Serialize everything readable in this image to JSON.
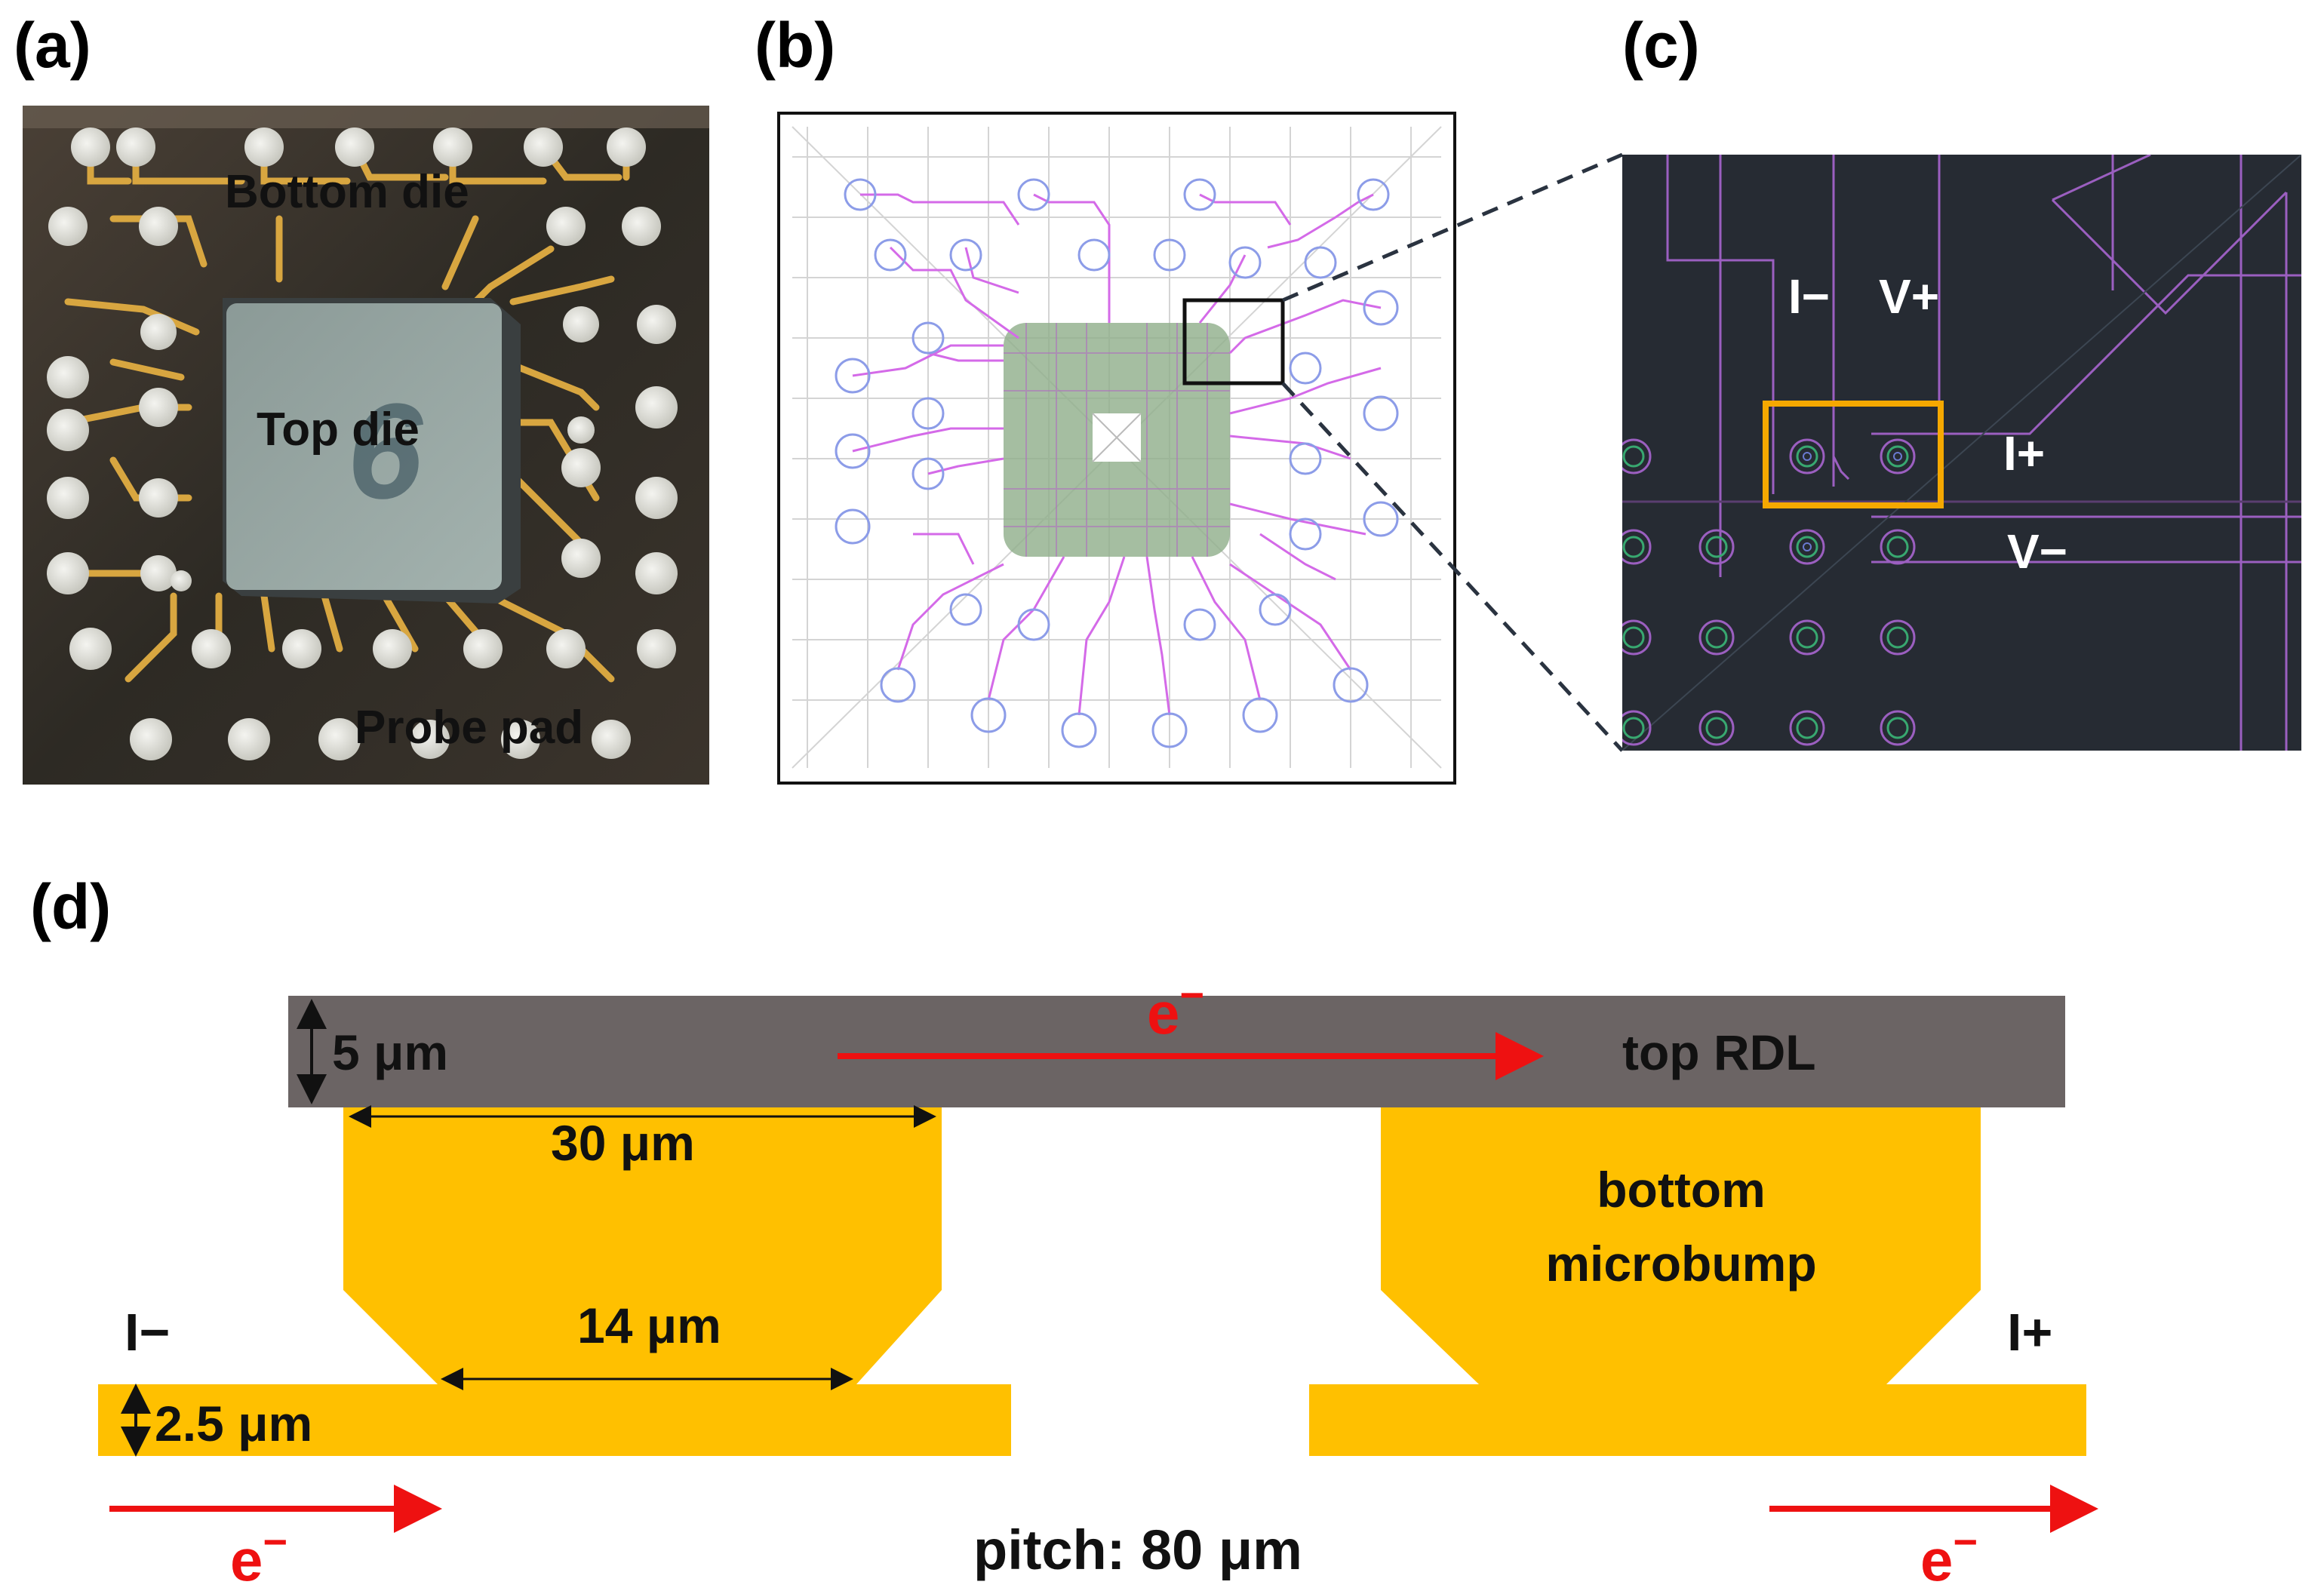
{
  "panel_labels": {
    "a": "(a)",
    "b": "(b)",
    "c": "(c)",
    "d": "(d)"
  },
  "panel_a": {
    "bottom_die": "Bottom die",
    "top_die": "Top die",
    "probe_pad": "Probe pad",
    "die_marking": "6"
  },
  "panel_c": {
    "i_minus": "I−",
    "v_plus": "V+",
    "i_plus": "I+",
    "v_minus": "V−"
  },
  "panel_d": {
    "e_top": "e",
    "e_left": "e",
    "e_right": "e",
    "e_sup": "−",
    "thickness_top": "5 μm",
    "top_rdl": "top RDL",
    "width_top": "30 μm",
    "width_bottom": "14 μm",
    "bottom_microbump_1": "bottom",
    "bottom_microbump_2": "microbump",
    "i_minus": "I−",
    "i_plus": "I+",
    "thickness_bottom": "2.5 μm",
    "pitch": "pitch: 80 μm"
  },
  "colors": {
    "gold": "#FFC000",
    "rdl_gray": "#6B6464",
    "arrow_red": "#EE1111",
    "layout_bg": "#262B33",
    "highlight": "#F5A800",
    "trace_magenta": "#D46AE8",
    "pad_blue": "#8C9CE8"
  }
}
